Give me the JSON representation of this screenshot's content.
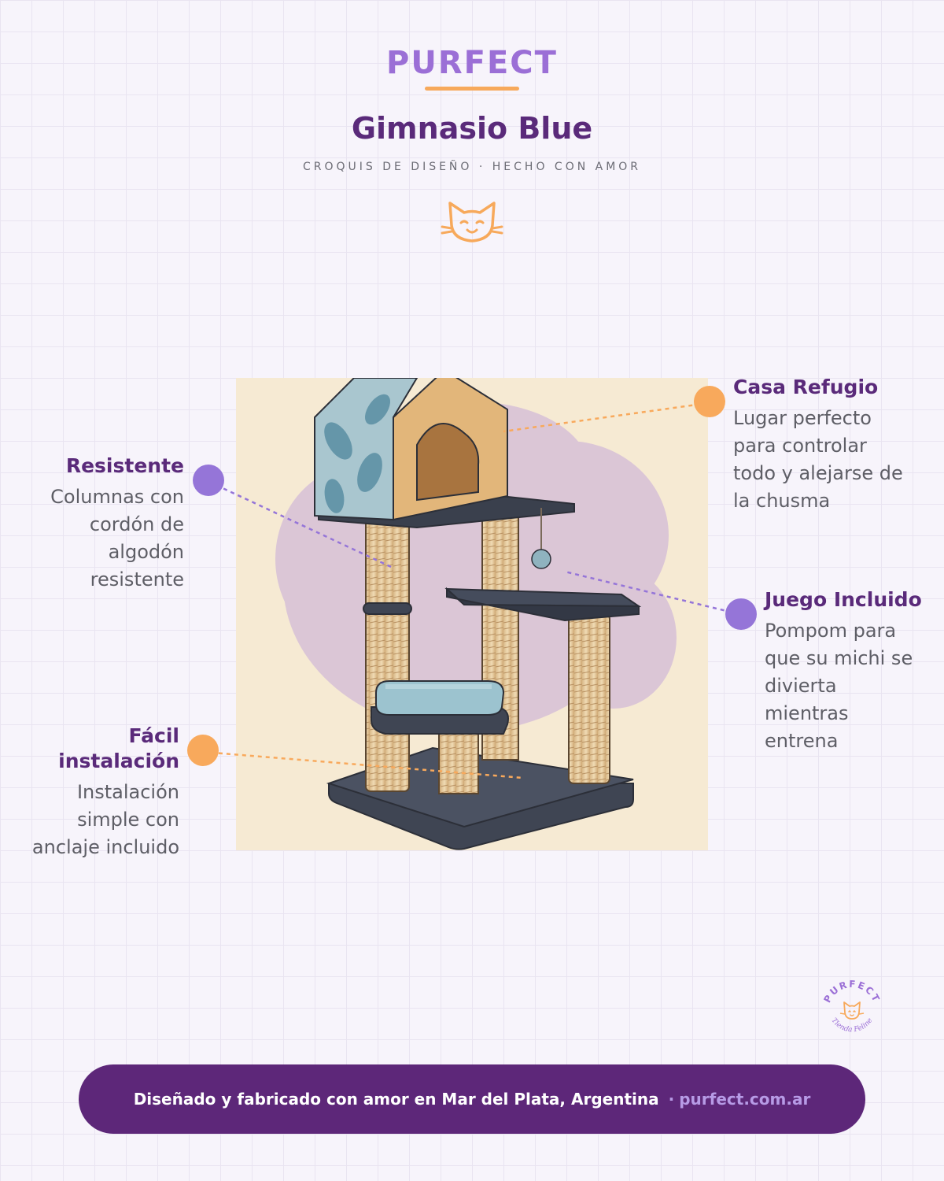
{
  "brand": {
    "name": "PURFECT",
    "accent": "#9b6fd6",
    "underline_color": "#f7a95b"
  },
  "header": {
    "title": "Gimnasio Blue",
    "subtitle": "CROQUIS DE DISEÑO · HECHO CON AMOR",
    "icon": "cat-face-icon"
  },
  "features": {
    "casa": {
      "title": "Casa Refugio",
      "desc": "Lugar perfecto para controlar todo y alejarse de la chusma"
    },
    "resistente": {
      "title": "Resistente",
      "desc": "Columnas con cordón de algodón resistente"
    },
    "juego": {
      "title": "Juego Incluido",
      "desc": "Pompom para que su michi se divierta mientras entrena"
    },
    "facil": {
      "title": "Fácil instalación",
      "desc": "Instalación simple con anclaje incluido"
    }
  },
  "stamp": {
    "top_text": "PURFECT",
    "bottom_text": "Tienda Feline",
    "icon": "cat-face-icon"
  },
  "footer": {
    "text": "Diseñado y fabricado con amor en Mar del Plata, Argentina",
    "separator": "·",
    "url": "purfect.com.ar"
  },
  "colors": {
    "title": "#5a2a7a",
    "purple_dot": "#9575d8",
    "orange_dot": "#f8a95c",
    "footer_bg": "#5d2779"
  }
}
